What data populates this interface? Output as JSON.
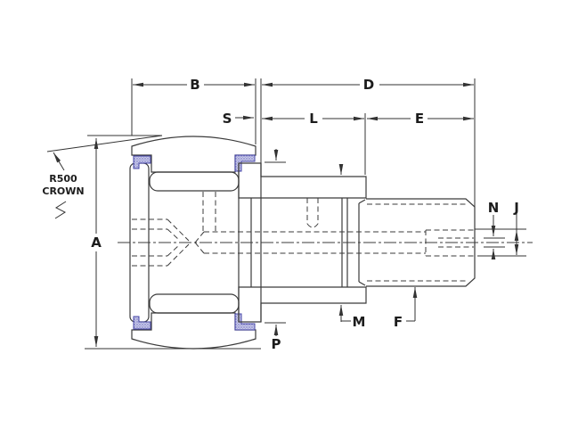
{
  "drawing": {
    "description": "cam follower stud bearing cross-section dimension drawing",
    "dimension_labels": {
      "a": "A",
      "b": "B",
      "d": "D",
      "s": "S",
      "l": "L",
      "e": "E",
      "n": "N",
      "j": "J",
      "m": "M",
      "f": "F",
      "p": "P"
    },
    "annotation": {
      "line1": "R500",
      "line2": "CROWN"
    },
    "colors": {
      "background": "#ffffff",
      "outline": "#3b3b3b",
      "dimension": "#333333",
      "hatch": "#4d4d4d",
      "seal_outline": "#4343a5",
      "seal_fill": "#c9cae8",
      "text": "#1c1c1c"
    }
  }
}
